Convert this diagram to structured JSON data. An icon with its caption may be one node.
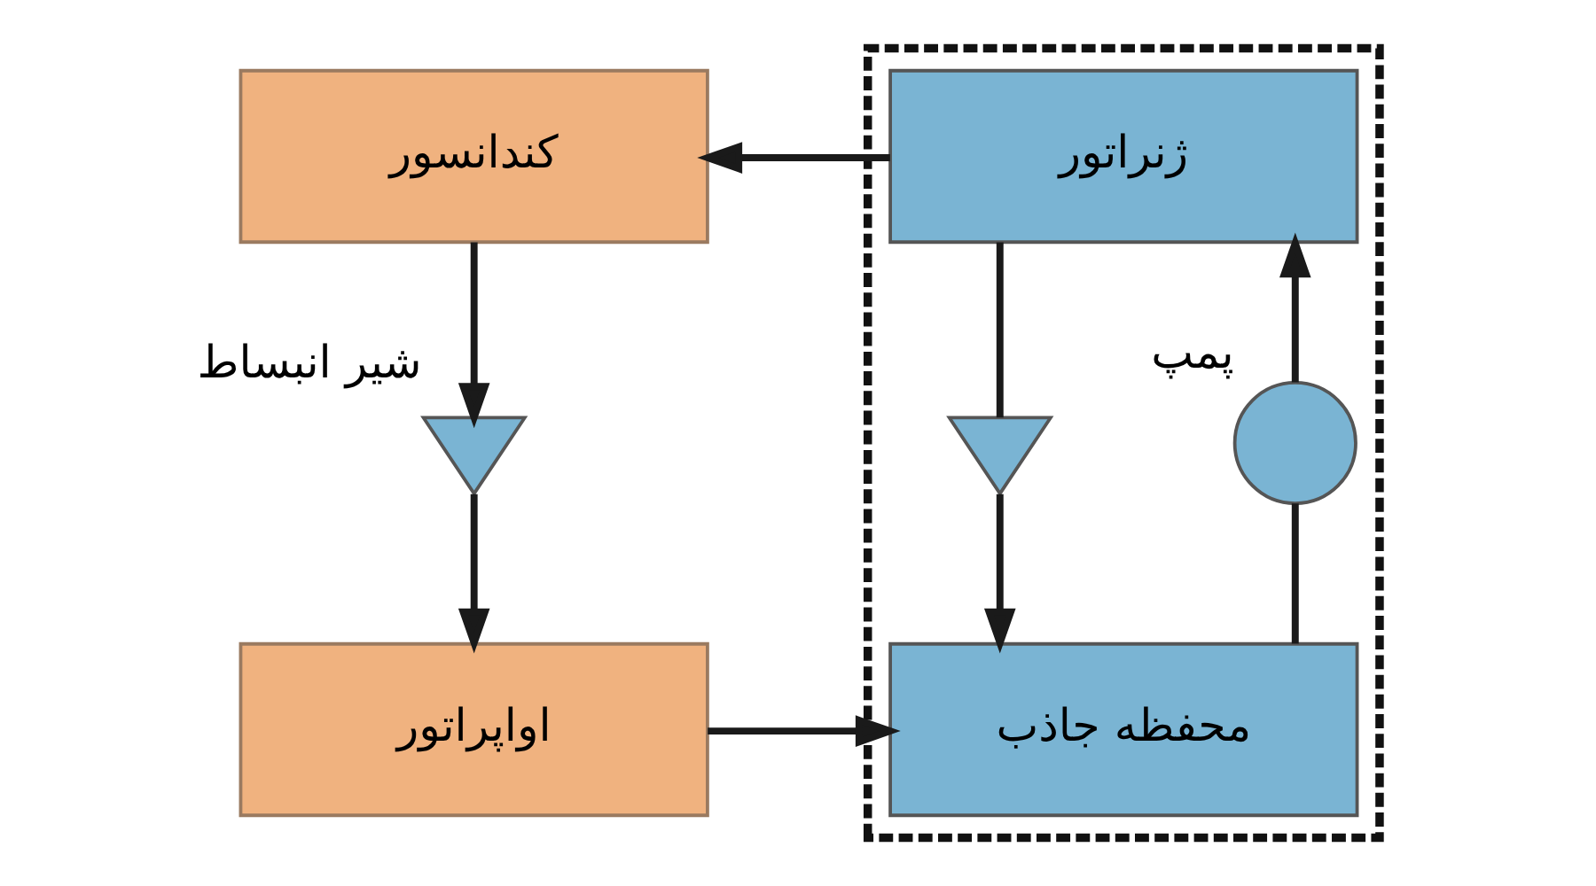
{
  "diagram": {
    "nodes": [
      {
        "text": [
          "کندانسور"
        ]
      },
      {
        "text": [],
        "shape": "valve",
        "beside": [
          "شیر انبساط"
        ]
      },
      {
        "text": [
          "اواپراتور"
        ]
      },
      {
        "text": [],
        "shape": "box"
      },
      {
        "text": [
          "ژنراتور"
        ],
        "in": 3
      },
      {
        "text": [
          "محفظه جاذب"
        ],
        "in": 3
      },
      {
        "text": [],
        "shape": "valve",
        "in": 3
      },
      {
        "text": [],
        "shape": "circle",
        "in": 3,
        "beside": [
          "پمپ"
        ]
      }
    ],
    "edges": [
      {
        "from": 4,
        "to": 0,
        "arrow": "to"
      },
      {
        "from": 0,
        "to": 1,
        "arrow": "to"
      },
      {
        "from": 1,
        "to": 2,
        "arrow": "to"
      },
      {
        "from": 2,
        "to": 5,
        "arrow": "to"
      },
      {
        "from": 4,
        "to": 6,
        "arrow": "none"
      },
      {
        "from": 6,
        "to": 5,
        "arrow": "to"
      },
      {
        "from": 5,
        "to": 7,
        "arrow": "none"
      },
      {
        "from": 7,
        "to": 4,
        "arrow": "to"
      }
    ]
  }
}
